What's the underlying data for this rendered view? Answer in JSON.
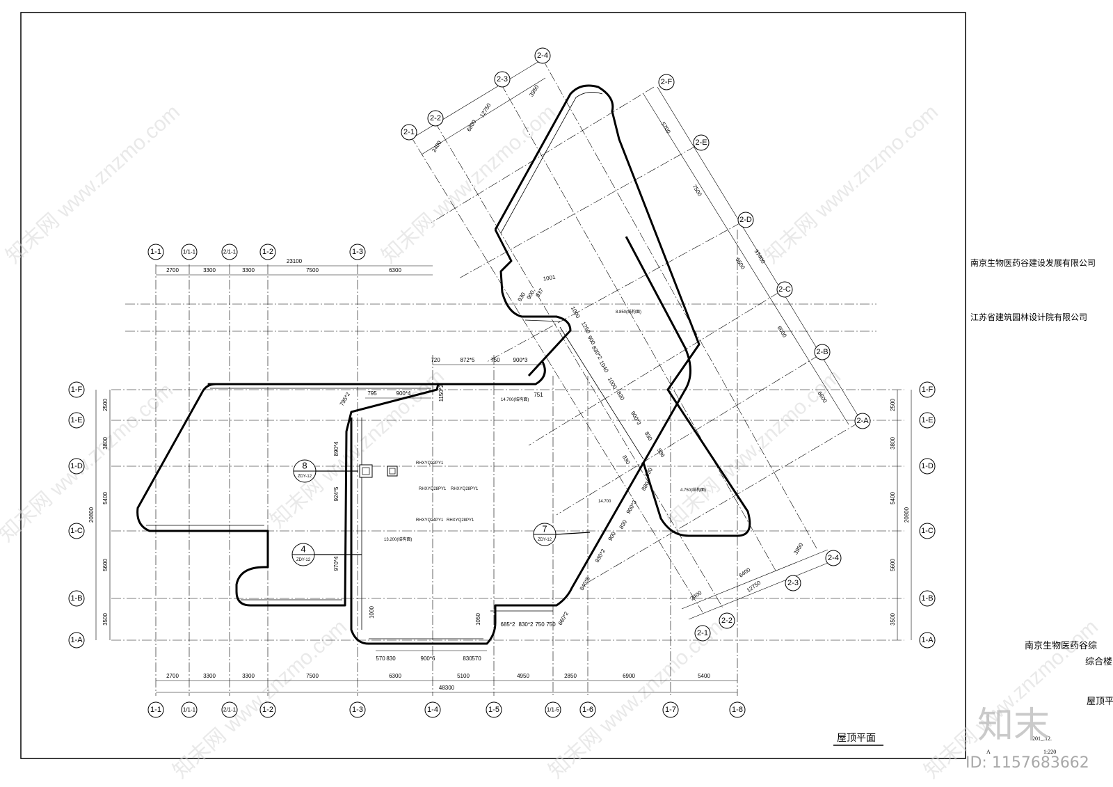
{
  "drawing_title": "屋顶平面",
  "title_block": {
    "client": "南京生物医药谷建设发展有限公司",
    "designer": "江苏省建筑园林设计院有限公司",
    "project_partial": "南京生物医药谷综",
    "building_partial": "综合楼",
    "sheet_partial": "屋顶平",
    "date_partial": "201_.12.",
    "scale": "1:220",
    "sheet_code": "A"
  },
  "brand": {
    "logo": "知末",
    "id_label": "ID: 1157683662",
    "watermark": "知末网 www.znzmo.com"
  },
  "axes_top": [
    "1-1",
    "1/1-1",
    "2/1-1",
    "1-2",
    "1-3"
  ],
  "axes_bottom": [
    "1-1",
    "1/1-1",
    "2/1-1",
    "1-2",
    "1-3",
    "1-4",
    "1-5",
    "1/1-5",
    "1-6",
    "1-7",
    "1-8"
  ],
  "axes_left": [
    "1-F",
    "1-E",
    "1-D",
    "1-C",
    "1-B",
    "1-A"
  ],
  "axes_right": [
    "1-F",
    "1-E",
    "1-D",
    "1-C",
    "1-B",
    "1-A"
  ],
  "axes_diag_top": [
    "2-1",
    "2-2",
    "2-3",
    "2-4"
  ],
  "axes_diag_right": [
    "2-F",
    "2-E",
    "2-D",
    "2-C",
    "2-B",
    "2-A"
  ],
  "axes_diag_bottom": [
    "2-1",
    "2-2",
    "2-3",
    "2-4"
  ],
  "dims_top_total": "23100",
  "dims_top": [
    "2700",
    "3300",
    "3300",
    "7500",
    "6300"
  ],
  "dims_bottom": [
    "2700",
    "3300",
    "3300",
    "7500",
    "6300",
    "5100",
    "4950",
    "2850",
    "6900",
    "5400"
  ],
  "dims_bottom_total": "48300",
  "dims_left": [
    "2500",
    "3800",
    "5400",
    "5600",
    "3500"
  ],
  "dims_left_total": "20800",
  "dims_right": [
    "2500",
    "3800",
    "5400",
    "5600",
    "3500"
  ],
  "dims_right_total": "20800",
  "dims_diag_top": [
    "2400",
    "6800",
    "3950"
  ],
  "dims_diag_top_total": "12750",
  "dims_diag_right": [
    "5700",
    "7500",
    "6600",
    "6000",
    "6600"
  ],
  "dims_diag_right_total": "37400",
  "dims_diag_bottom": [
    "2400",
    "6400",
    "3950"
  ],
  "dims_diag_bottom_total": "12750",
  "detail_dims": {
    "top_row": [
      "720",
      "872*5",
      "750",
      "900*3"
    ],
    "inner_row": [
      "795",
      "900*4"
    ],
    "bottom_row": [
      "570",
      "830",
      "900*6",
      "830",
      "570"
    ],
    "bottom_right_row": [
      "685*2",
      "830*2",
      "750",
      "750"
    ],
    "vertical_left": [
      "890*4",
      "924*5",
      "970*4"
    ],
    "slant": [
      "1001",
      "930",
      "900",
      "937",
      "1000",
      "1250",
      "900",
      "830*2",
      "1040",
      "1000",
      "830",
      "900*3",
      "830",
      "936",
      "830",
      "930",
      "880",
      "900*3",
      "830",
      "900",
      "830*2",
      "840*5",
      "660*2"
    ],
    "misc": [
      "1150*2",
      "751",
      "1000",
      "1050",
      "795*2"
    ]
  },
  "notes": {
    "rh1": "RHXYQ22PY1",
    "rh2": "RHXYQ28PY1",
    "rh3": "RHXYQ28PY1",
    "rh4": "RHXYQ24PY1",
    "rh5": "RHXYQ28PY1",
    "el1": "8.850(结构面)",
    "el2": "14.700(结构面)",
    "el3": "13.200(结构面)",
    "el4": "4.750(结构面)",
    "el5": "14.700"
  },
  "callouts": [
    {
      "num": "8",
      "ref": "ZDY-12"
    },
    {
      "num": "4",
      "ref": "ZDY-12"
    },
    {
      "num": "7",
      "ref": "ZDY-12"
    }
  ]
}
